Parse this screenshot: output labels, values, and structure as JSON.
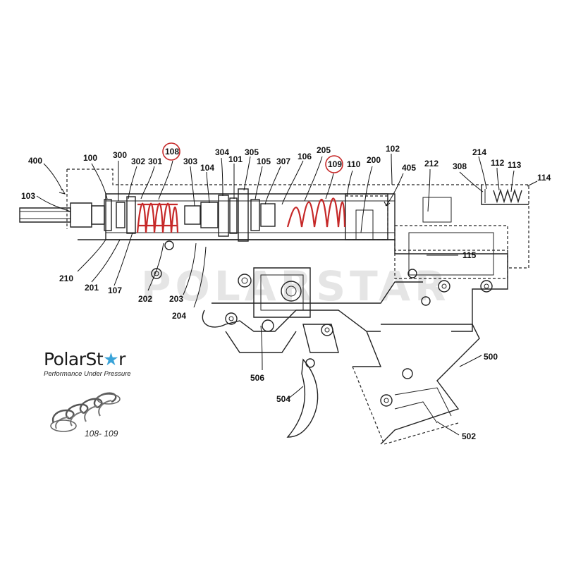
{
  "diagram": {
    "callouts": [
      "400",
      "100",
      "300",
      "302",
      "301",
      "108",
      "303",
      "104",
      "304",
      "101",
      "305",
      "105",
      "307",
      "106",
      "205",
      "109",
      "110",
      "200",
      "102",
      "405",
      "212",
      "308",
      "214",
      "112",
      "113",
      "114",
      "103",
      "115",
      "210",
      "201",
      "107",
      "202",
      "203",
      "204",
      "506",
      "504",
      "500",
      "502"
    ],
    "highlighted": [
      "108",
      "109"
    ],
    "highlight_color": "#c62828",
    "line_color": "#222222"
  },
  "brand": {
    "name_part1": "PolarSt",
    "name_star": "★",
    "name_part2": "r",
    "tagline": "Performance Under Pressure",
    "accent_color": "#3aa3d8"
  },
  "spring_caption": "108- 109",
  "watermark": "POLARSTAR"
}
